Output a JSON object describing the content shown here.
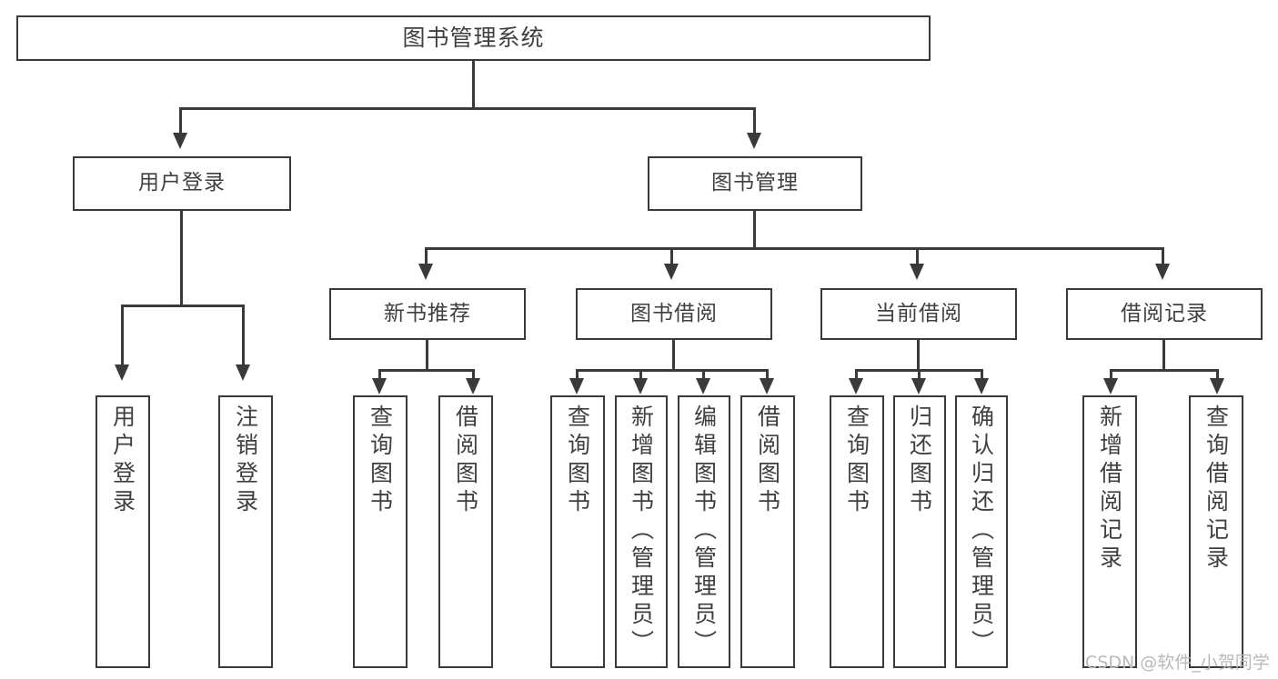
{
  "diagram": {
    "type": "tree",
    "title": "图书管理系统",
    "orientation": "top-down",
    "background_color": "#ffffff",
    "line_color": "#3a3a3a",
    "text_color": "#3f3f3f"
  },
  "root": {
    "label": "图书管理系统"
  },
  "level2": [
    {
      "label": "用户登录"
    },
    {
      "label": "图书管理"
    }
  ],
  "level3": [
    {
      "label": "新书推荐"
    },
    {
      "label": "图书借阅"
    },
    {
      "label": "当前借阅"
    },
    {
      "label": "借阅记录"
    }
  ],
  "leaves": {
    "user_login": [
      {
        "label": "用户登录"
      },
      {
        "label": "注销登录"
      }
    ],
    "new_book_recommend": [
      {
        "label": "查询图书"
      },
      {
        "label": "借阅图书"
      }
    ],
    "book_borrow": [
      {
        "label": "查询图书"
      },
      {
        "label": "新增图书（管理员）"
      },
      {
        "label": "编辑图书（管理员）"
      },
      {
        "label": "借阅图书"
      }
    ],
    "current_borrow": [
      {
        "label": "查询图书"
      },
      {
        "label": "归还图书"
      },
      {
        "label": "确认归还（管理员）"
      }
    ],
    "borrow_record": [
      {
        "label": "新增借阅记录"
      },
      {
        "label": "查询借阅记录"
      }
    ]
  },
  "watermark": {
    "text": "CSDN @软件_小贺同学"
  }
}
